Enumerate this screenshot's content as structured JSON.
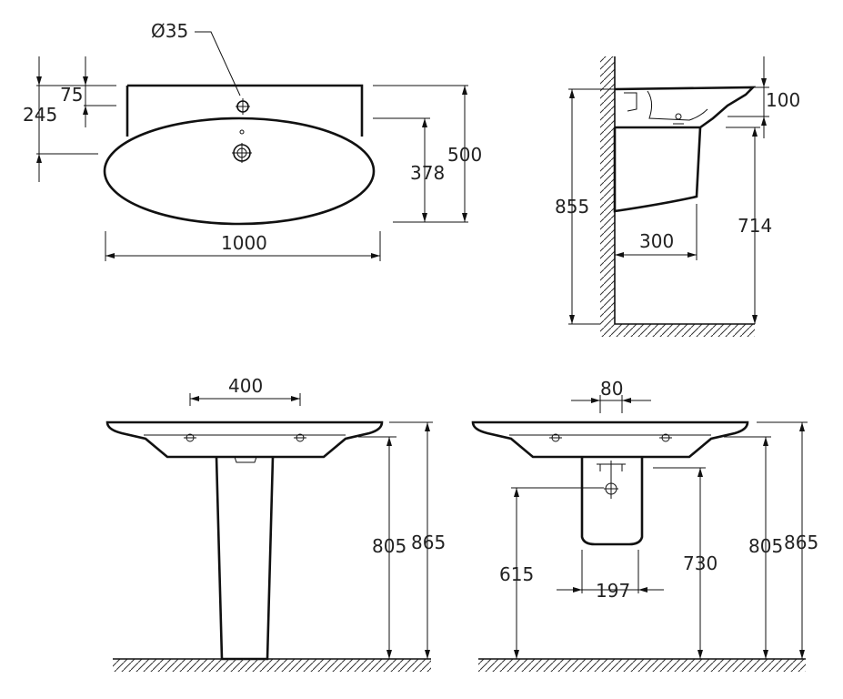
{
  "dimensions": {
    "hole_diameter": "Ø35",
    "top_75": "75",
    "top_245": "245",
    "top_500": "500",
    "top_378": "378",
    "top_1000": "1000",
    "side_855": "855",
    "side_100": "100",
    "side_714": "714",
    "side_300": "300",
    "front_400": "400",
    "front_805": "805",
    "front_865": "865",
    "wall_80": "80",
    "wall_615": "615",
    "wall_730": "730",
    "wall_197": "197",
    "wall_805": "805",
    "wall_865": "865"
  }
}
